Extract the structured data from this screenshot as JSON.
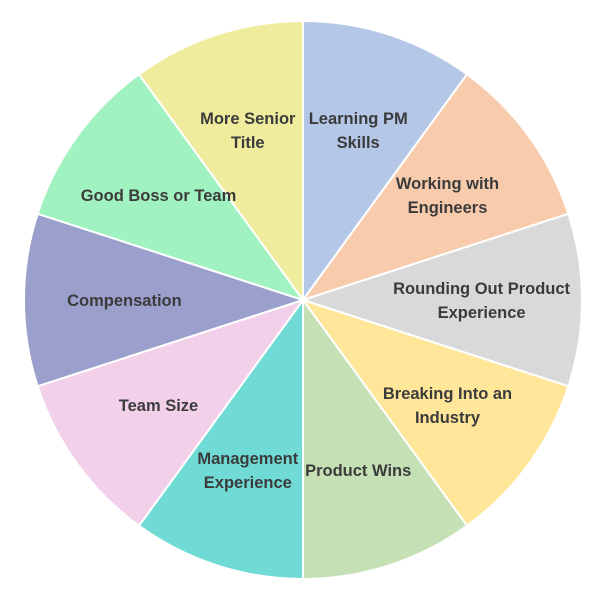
{
  "diagram": {
    "type": "segmented-wheel",
    "segments": [
      {
        "lines": [
          "Learning PM",
          "Skills"
        ],
        "color": "#b4c7e7"
      },
      {
        "lines": [
          "Working with",
          "Engineers"
        ],
        "color": "#f8cbad"
      },
      {
        "lines": [
          "Rounding Out Product",
          "Experience"
        ],
        "color": "#d9d9d9"
      },
      {
        "lines": [
          "Breaking Into an",
          "Industry"
        ],
        "color": "#ffe699"
      },
      {
        "lines": [
          "Product Wins"
        ],
        "color": "#c5e0b4"
      },
      {
        "lines": [
          "Management",
          "Experience"
        ],
        "color": "#70dbd5"
      },
      {
        "lines": [
          "Team Size"
        ],
        "color": "#f2d0ea"
      },
      {
        "lines": [
          "Compensation"
        ],
        "color": "#9b9fcc"
      },
      {
        "lines": [
          "Good Boss or Team"
        ],
        "color": "#a0f3c0"
      },
      {
        "lines": [
          "More Senior",
          "Title"
        ],
        "color": "#f0ec9e"
      }
    ]
  }
}
